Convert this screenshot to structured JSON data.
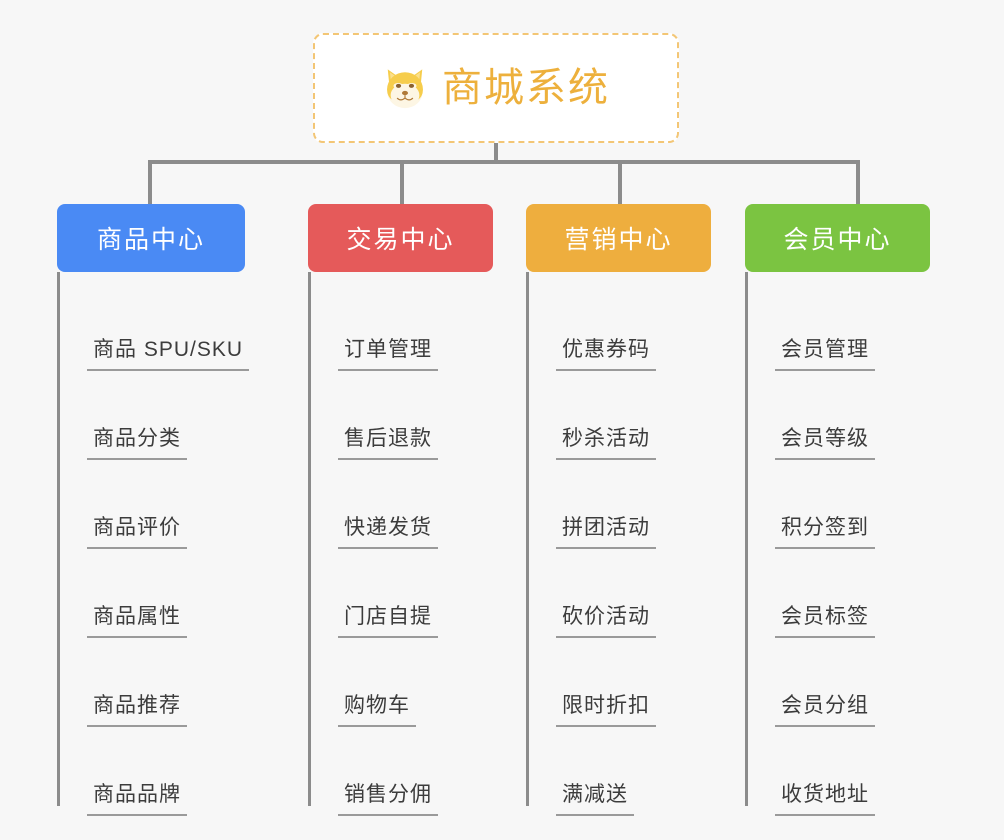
{
  "diagram": {
    "type": "tree",
    "background_color": "#f7f7f7",
    "root": {
      "label": "商城系统",
      "icon": "shiba-dog-face-icon",
      "text_color": "#edb03c",
      "border_color": "#f3c675",
      "background_color": "#ffffff"
    },
    "connector_color": "#8c8c8c",
    "branches": [
      {
        "title": "商品中心",
        "color": "#4a8af4",
        "items": [
          "商品 SPU/SKU",
          "商品分类",
          "商品评价",
          "商品属性",
          "商品推荐",
          "商品品牌"
        ]
      },
      {
        "title": "交易中心",
        "color": "#e55a5a",
        "items": [
          "订单管理",
          "售后退款",
          "快递发货",
          "门店自提",
          "购物车",
          "销售分佣"
        ]
      },
      {
        "title": "营销中心",
        "color": "#eeae3e",
        "items": [
          "优惠券码",
          "秒杀活动",
          "拼团活动",
          "砍价活动",
          "限时折扣",
          "满减送"
        ]
      },
      {
        "title": "会员中心",
        "color": "#7bc441",
        "items": [
          "会员管理",
          "会员等级",
          "积分签到",
          "会员标签",
          "会员分组",
          "收货地址"
        ]
      }
    ]
  }
}
